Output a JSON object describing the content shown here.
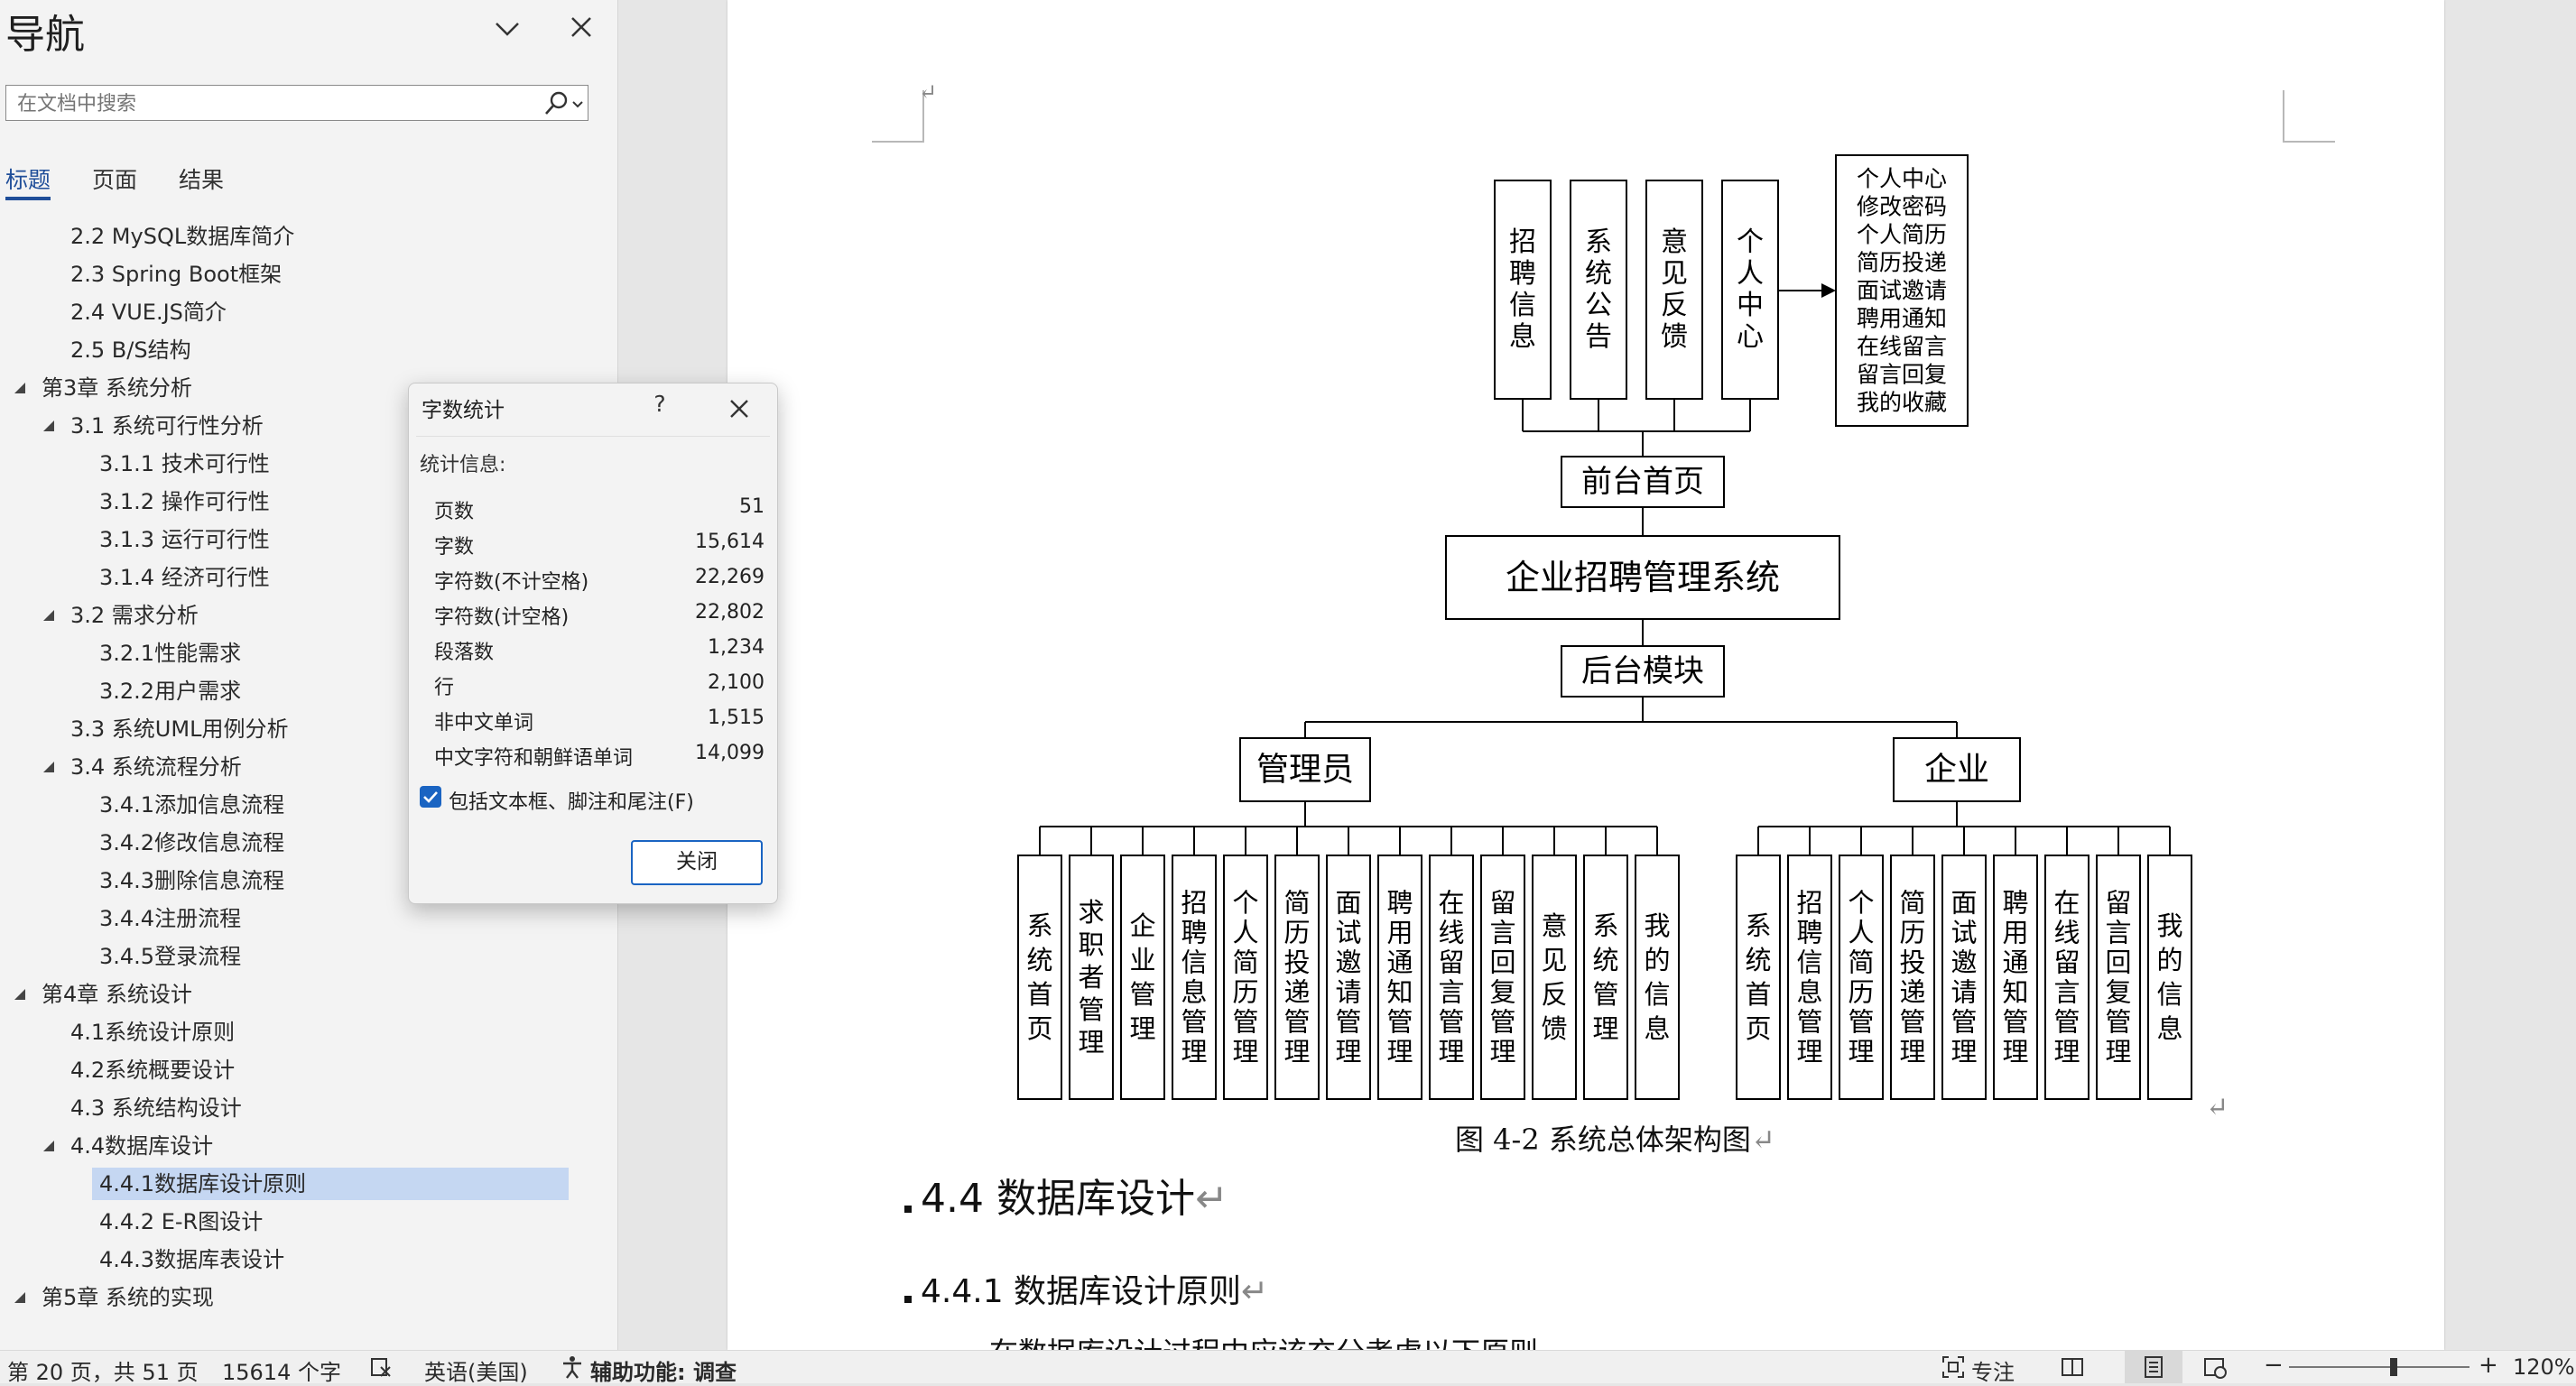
{
  "nav": {
    "title": "导航",
    "search": {
      "placeholder": "在文档中搜索"
    },
    "tabs": [
      {
        "label": "标题",
        "active": true
      },
      {
        "label": "页面",
        "active": false
      },
      {
        "label": "结果",
        "active": false
      }
    ],
    "outline": [
      {
        "label": "2.2 MySQL数据库简介",
        "level": 2,
        "arrow": "none"
      },
      {
        "label": "2.3 Spring Boot框架",
        "level": 2,
        "arrow": "none"
      },
      {
        "label": "2.4 VUE.JS简介",
        "level": 2,
        "arrow": "none"
      },
      {
        "label": "2.5 B/S结构",
        "level": 2,
        "arrow": "none"
      },
      {
        "label": "第3章 系统分析",
        "level": 1,
        "arrow": "expanded"
      },
      {
        "label": "3.1 系统可行性分析",
        "level": 2,
        "arrow": "expanded"
      },
      {
        "label": "3.1.1 技术可行性",
        "level": 3,
        "arrow": "none"
      },
      {
        "label": "3.1.2 操作可行性",
        "level": 3,
        "arrow": "none"
      },
      {
        "label": "3.1.3 运行可行性",
        "level": 3,
        "arrow": "none"
      },
      {
        "label": "3.1.4 经济可行性",
        "level": 3,
        "arrow": "none"
      },
      {
        "label": "3.2 需求分析",
        "level": 2,
        "arrow": "expanded"
      },
      {
        "label": "3.2.1性能需求",
        "level": 3,
        "arrow": "none"
      },
      {
        "label": "3.2.2用户需求",
        "level": 3,
        "arrow": "none"
      },
      {
        "label": "3.3 系统UML用例分析",
        "level": 2,
        "arrow": "none"
      },
      {
        "label": "3.4 系统流程分析",
        "level": 2,
        "arrow": "expanded"
      },
      {
        "label": "3.4.1添加信息流程",
        "level": 3,
        "arrow": "none"
      },
      {
        "label": "3.4.2修改信息流程",
        "level": 3,
        "arrow": "none"
      },
      {
        "label": "3.4.3删除信息流程",
        "level": 3,
        "arrow": "none"
      },
      {
        "label": "3.4.4注册流程",
        "level": 3,
        "arrow": "none"
      },
      {
        "label": "3.4.5登录流程",
        "level": 3,
        "arrow": "none"
      },
      {
        "label": "第4章 系统设计",
        "level": 1,
        "arrow": "expanded"
      },
      {
        "label": "4.1系统设计原则",
        "level": 2,
        "arrow": "none"
      },
      {
        "label": "4.2系统概要设计",
        "level": 2,
        "arrow": "none"
      },
      {
        "label": "4.3 系统结构设计",
        "level": 2,
        "arrow": "none"
      },
      {
        "label": "4.4数据库设计",
        "level": 2,
        "arrow": "expanded"
      },
      {
        "label": "4.4.1数据库设计原则",
        "level": 3,
        "arrow": "none",
        "selected": true
      },
      {
        "label": "4.4.2 E-R图设计",
        "level": 3,
        "arrow": "none"
      },
      {
        "label": "4.4.3数据库表设计",
        "level": 3,
        "arrow": "none"
      },
      {
        "label": "第5章 系统的实现",
        "level": 1,
        "arrow": "expanded"
      }
    ]
  },
  "dialog": {
    "title": "字数统计",
    "help": "?",
    "section": "统计信息:",
    "stats": [
      {
        "label": "页数",
        "value": "51"
      },
      {
        "label": "字数",
        "value": "15,614"
      },
      {
        "label": "字符数(不计空格)",
        "value": "22,269"
      },
      {
        "label": "字符数(计空格)",
        "value": "22,802"
      },
      {
        "label": "段落数",
        "value": "1,234"
      },
      {
        "label": "行",
        "value": "2,100"
      },
      {
        "label": "非中文单词",
        "value": "1,515"
      },
      {
        "label": "中文字符和朝鲜语单词",
        "value": "14,099"
      }
    ],
    "checkbox_label": "包括文本框、脚注和尾注(F)",
    "checkbox_checked": true,
    "close_label": "关闭"
  },
  "document": {
    "diagram": {
      "front_modules": [
        "招聘信息",
        "系统公告",
        "意见反馈",
        "个人中心"
      ],
      "personal_center_items": [
        "个人中心",
        "修改密码",
        "个人简历",
        "简历投递",
        "面试邀请",
        "聘用通知",
        "在线留言",
        "留言回复",
        "我的收藏"
      ],
      "front_home": "前台首页",
      "system_name": "企业招聘管理系统",
      "backend": "后台模块",
      "admin": "管理员",
      "enterprise": "企业",
      "admin_modules": [
        "系统首页",
        "求职者管理",
        "企业管理",
        "招聘信息管理",
        "个人简历管理",
        "简历投递管理",
        "面试邀请管理",
        "聘用通知管理",
        "在线留言管理",
        "留言回复管理",
        "意见反馈",
        "系统管理",
        "我的信息"
      ],
      "enterprise_modules": [
        "系统首页",
        "招聘信息管理",
        "个人简历管理",
        "简历投递管理",
        "面试邀请管理",
        "聘用通知管理",
        "在线留言管理",
        "留言回复管理",
        "我的信息"
      ]
    },
    "caption": "图 4-2 系统总体架构图",
    "heading_44": "4.4 数据库设计",
    "heading_441": "4.4.1 数据库设计原则",
    "para_mark": "↵",
    "partial_text": "在数据库设计过程中应该充分考虑以下原则"
  },
  "status": {
    "page": "第 20 页，共 51 页",
    "words": "15614 个字",
    "language": "英语(美国)",
    "accessibility": "辅助功能: 调查",
    "focus": "专注",
    "zoom": "120%",
    "zoom_level": 0.58
  }
}
